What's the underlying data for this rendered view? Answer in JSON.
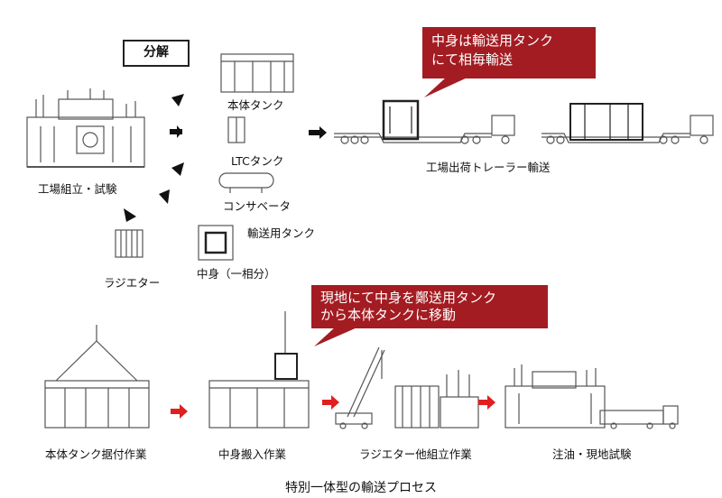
{
  "disassemble_label": "分解",
  "callout_top": [
    "中身は輸送用タンク",
    "にて相毎輸送"
  ],
  "callout_mid": [
    "現地にて中身を鄭送用タンク",
    "から本体タンクに移動"
  ],
  "labels": {
    "factory_assembly": "工場組立・試験",
    "main_tank": "本体タンク",
    "ltc_tank": "LTCタンク",
    "conservator": "コンサベータ",
    "transport_tank": "輸送用タンク",
    "core_one_phase": "中身（一相分）",
    "radiator": "ラジエター",
    "trailer_shipping": "工場出荷トレーラー輸送",
    "step_install": "本体タンク据付作業",
    "step_core_in": "中身搬入作業",
    "step_assembly": "ラジエター他組立作業",
    "step_test": "注油・現地試験"
  },
  "caption": "特別一体型の輸送プロセス",
  "colors": {
    "callout": "#a31c22",
    "red_arrow": "#e02020",
    "line": "#555555"
  }
}
